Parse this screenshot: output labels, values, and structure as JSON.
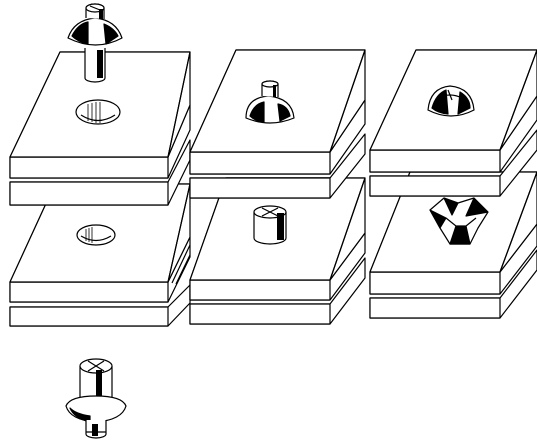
{
  "diagram": {
    "title": "",
    "description_text": "",
    "colors": {
      "line": "#000000",
      "fill": "#ffffff",
      "shadow": "#000000"
    },
    "panels": [
      {
        "id": "top-left",
        "feature": "drilled-hole",
        "fastener": "rivet-above"
      },
      {
        "id": "top-middle",
        "feature": "rivet-head-seated"
      },
      {
        "id": "top-right",
        "feature": "domed-head-seated"
      },
      {
        "id": "bottom-left",
        "feature": "drilled-hole",
        "fastener": "rivet-below"
      },
      {
        "id": "bottom-middle",
        "feature": "cut-stem-protruding"
      },
      {
        "id": "bottom-right",
        "feature": "split-petal-head"
      }
    ]
  }
}
